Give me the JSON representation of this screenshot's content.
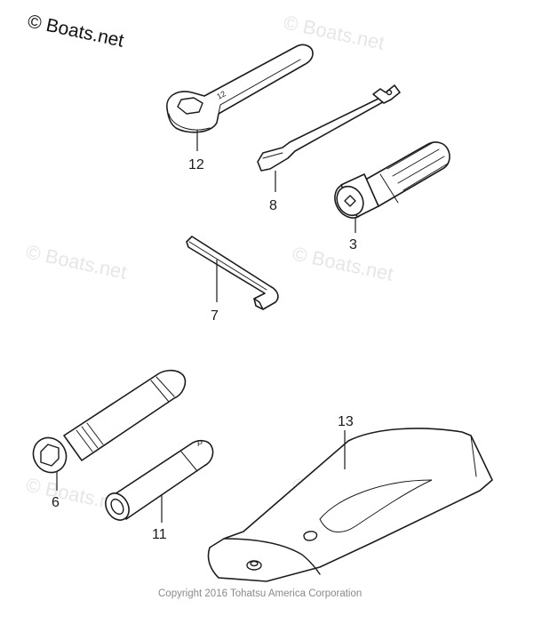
{
  "watermark": {
    "main_text": "© Boats.net",
    "faint_text": "© Boats.net"
  },
  "parts": [
    {
      "number": "12"
    },
    {
      "number": "8"
    },
    {
      "number": "3"
    },
    {
      "number": "7"
    },
    {
      "number": "6"
    },
    {
      "number": "11"
    },
    {
      "number": "13"
    }
  ],
  "copyright": "Copyright 2016 Tohatsu America Corporation"
}
